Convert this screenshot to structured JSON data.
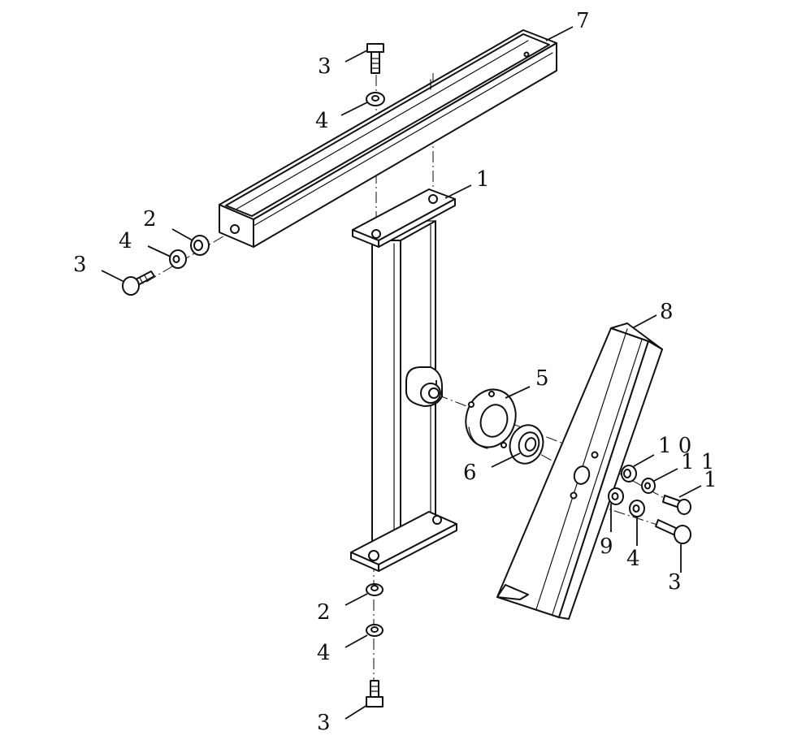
{
  "callouts": {
    "c1": "1",
    "c2a": "2",
    "c2b": "2",
    "c3a": "3",
    "c3b": "3",
    "c3c": "3",
    "c3d": "3",
    "c4a": "4",
    "c4b": "4",
    "c4c": "4",
    "c5": "5",
    "c6": "6",
    "c7": "7",
    "c8": "8",
    "c9": "9",
    "c10": "1 0",
    "c11a": "1 1",
    "c11b": "1"
  }
}
